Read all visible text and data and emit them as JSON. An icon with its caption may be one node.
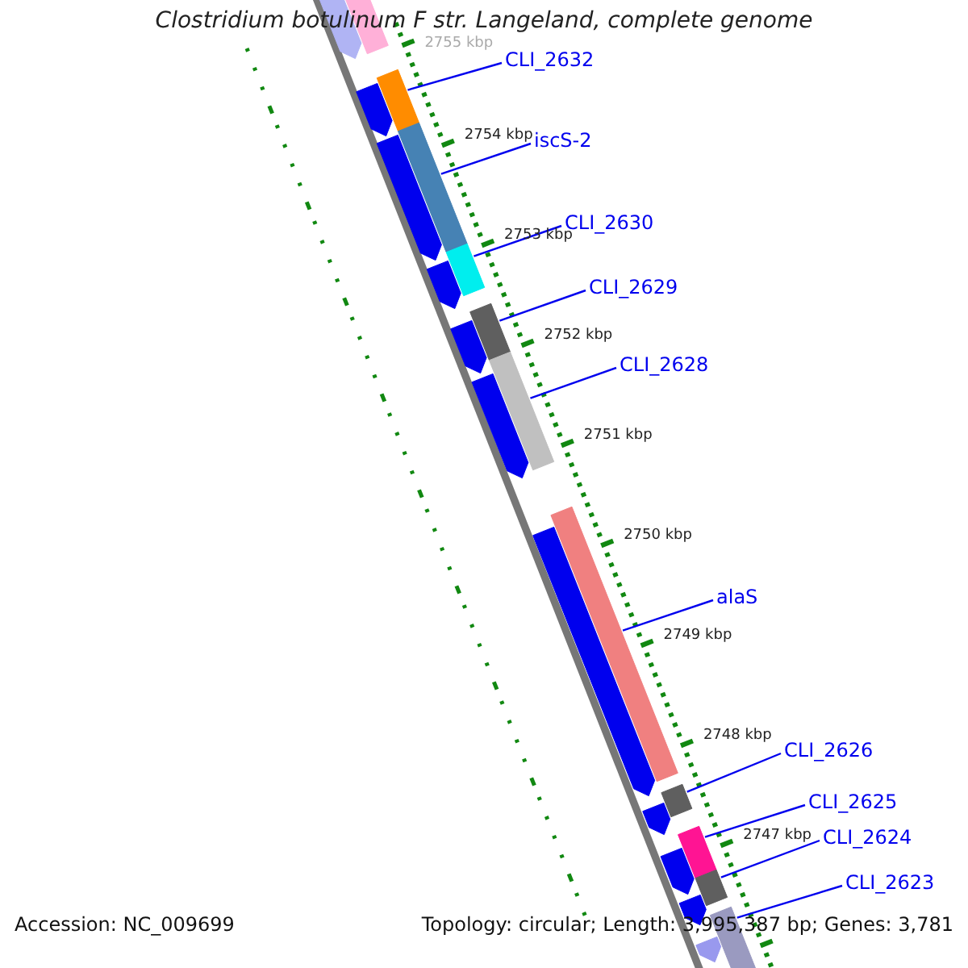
{
  "diagram": {
    "title": "Clostridium botulinum F str. Langeland, complete genome",
    "nodes": [
      {
        "text": [
          "CLI_2632"
        ]
      },
      {
        "text": [
          "iscS-2"
        ]
      },
      {
        "text": [
          "CLI_2630"
        ]
      },
      {
        "text": [
          "CLI_2629"
        ]
      },
      {
        "text": [
          "CLI_2628"
        ]
      },
      {
        "text": [
          "alaS"
        ]
      },
      {
        "text": [
          "CLI_2626"
        ]
      },
      {
        "text": [
          "CLI_2625"
        ]
      },
      {
        "text": [
          "CLI_2624"
        ]
      },
      {
        "text": [
          "CLI_2623"
        ]
      },
      {
        "text": [],
        "shape": "bar"
      },
      {
        "text": [],
        "shape": "bar"
      },
      {
        "text": [],
        "shape": "bar"
      },
      {
        "text": [],
        "shape": "bar"
      },
      {
        "text": [],
        "shape": "bar"
      },
      {
        "text": [],
        "shape": "bar"
      },
      {
        "text": [],
        "shape": "bar"
      },
      {
        "text": [],
        "shape": "bar"
      },
      {
        "text": [],
        "shape": "bar"
      },
      {
        "text": [],
        "shape": "bar"
      },
      {
        "text": [],
        "shape": "bar"
      },
      {
        "text": [],
        "shape": "bar"
      },
      {
        "text": [],
        "shape": "bar"
      },
      {
        "text": [],
        "shape": "bar"
      },
      {
        "text": [],
        "shape": "bar"
      },
      {
        "text": [],
        "shape": "bar"
      },
      {
        "text": [],
        "shape": "bar"
      },
      {
        "text": [],
        "shape": "bar"
      },
      {
        "text": [],
        "shape": "bar"
      },
      {
        "text": [],
        "shape": "bar"
      },
      {
        "text": [],
        "shape": "bar"
      },
      {
        "text": [],
        "shape": "bar"
      }
    ],
    "edges": [
      {
        "from": 0,
        "to": 22,
        "arrow": "none"
      },
      {
        "from": 1,
        "to": 23,
        "arrow": "none"
      },
      {
        "from": 2,
        "to": 24,
        "arrow": "none"
      },
      {
        "from": 3,
        "to": 25,
        "arrow": "none"
      },
      {
        "from": 4,
        "to": 26,
        "arrow": "none"
      },
      {
        "from": 5,
        "to": 27,
        "arrow": "none"
      },
      {
        "from": 6,
        "to": 28,
        "arrow": "none"
      },
      {
        "from": 7,
        "to": 29,
        "arrow": "none"
      },
      {
        "from": 8,
        "to": 30,
        "arrow": "none"
      },
      {
        "from": 9,
        "to": 31,
        "arrow": "none"
      }
    ],
    "labels": [
      "2755 kbp",
      "2754 kbp",
      "2753 kbp",
      "2752 kbp",
      "2751 kbp",
      "2750 kbp",
      "2749 kbp",
      "2748 kbp",
      "2747 kbp",
      "Accession: NC_009699",
      "Topology: circular; Length: 3,995,387 bp; Genes: 3,781"
    ]
  }
}
